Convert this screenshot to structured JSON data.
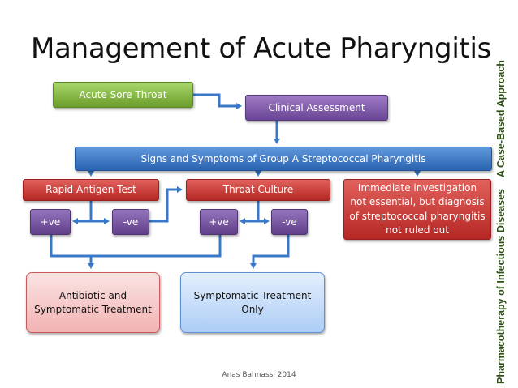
{
  "title": "Management of Acute Pharyngitis",
  "sidebar": {
    "book_title": "Pharmacotherapy of Infectious Diseases",
    "subtitle": "A Case-Based Approach"
  },
  "footer": "Anas Bahnassi 2014",
  "boxes": {
    "sore_throat": "Acute Sore Throat",
    "clinical_assessment": "Clinical Assessment",
    "signs_symptoms": "Signs and Symptoms of Group A Streptococcal Pharyngitis",
    "rapid_antigen_test": "Rapid Antigen Test",
    "throat_culture": "Throat Culture",
    "immediate_investigation": "Immediate investigation not essential, but diagnosis of streptococcal pharyngitis not ruled out",
    "rat_positive": "+ve",
    "rat_negative": "-ve",
    "culture_positive": "+ve",
    "culture_negative": "-ve",
    "antibiotic_treatment": "Antibiotic and Symptomatic Treatment",
    "symptomatic_only": "Symptomatic Treatment Only"
  },
  "colors": {
    "arrow": "#3a78c9",
    "green": "#7fb33a",
    "purple": "#7b55a8",
    "blue": "#3a74c4",
    "red": "#c73632",
    "pink": "#f7cccc",
    "light_blue": "#c6dcf8",
    "sidebar_text": "#2e5018"
  }
}
